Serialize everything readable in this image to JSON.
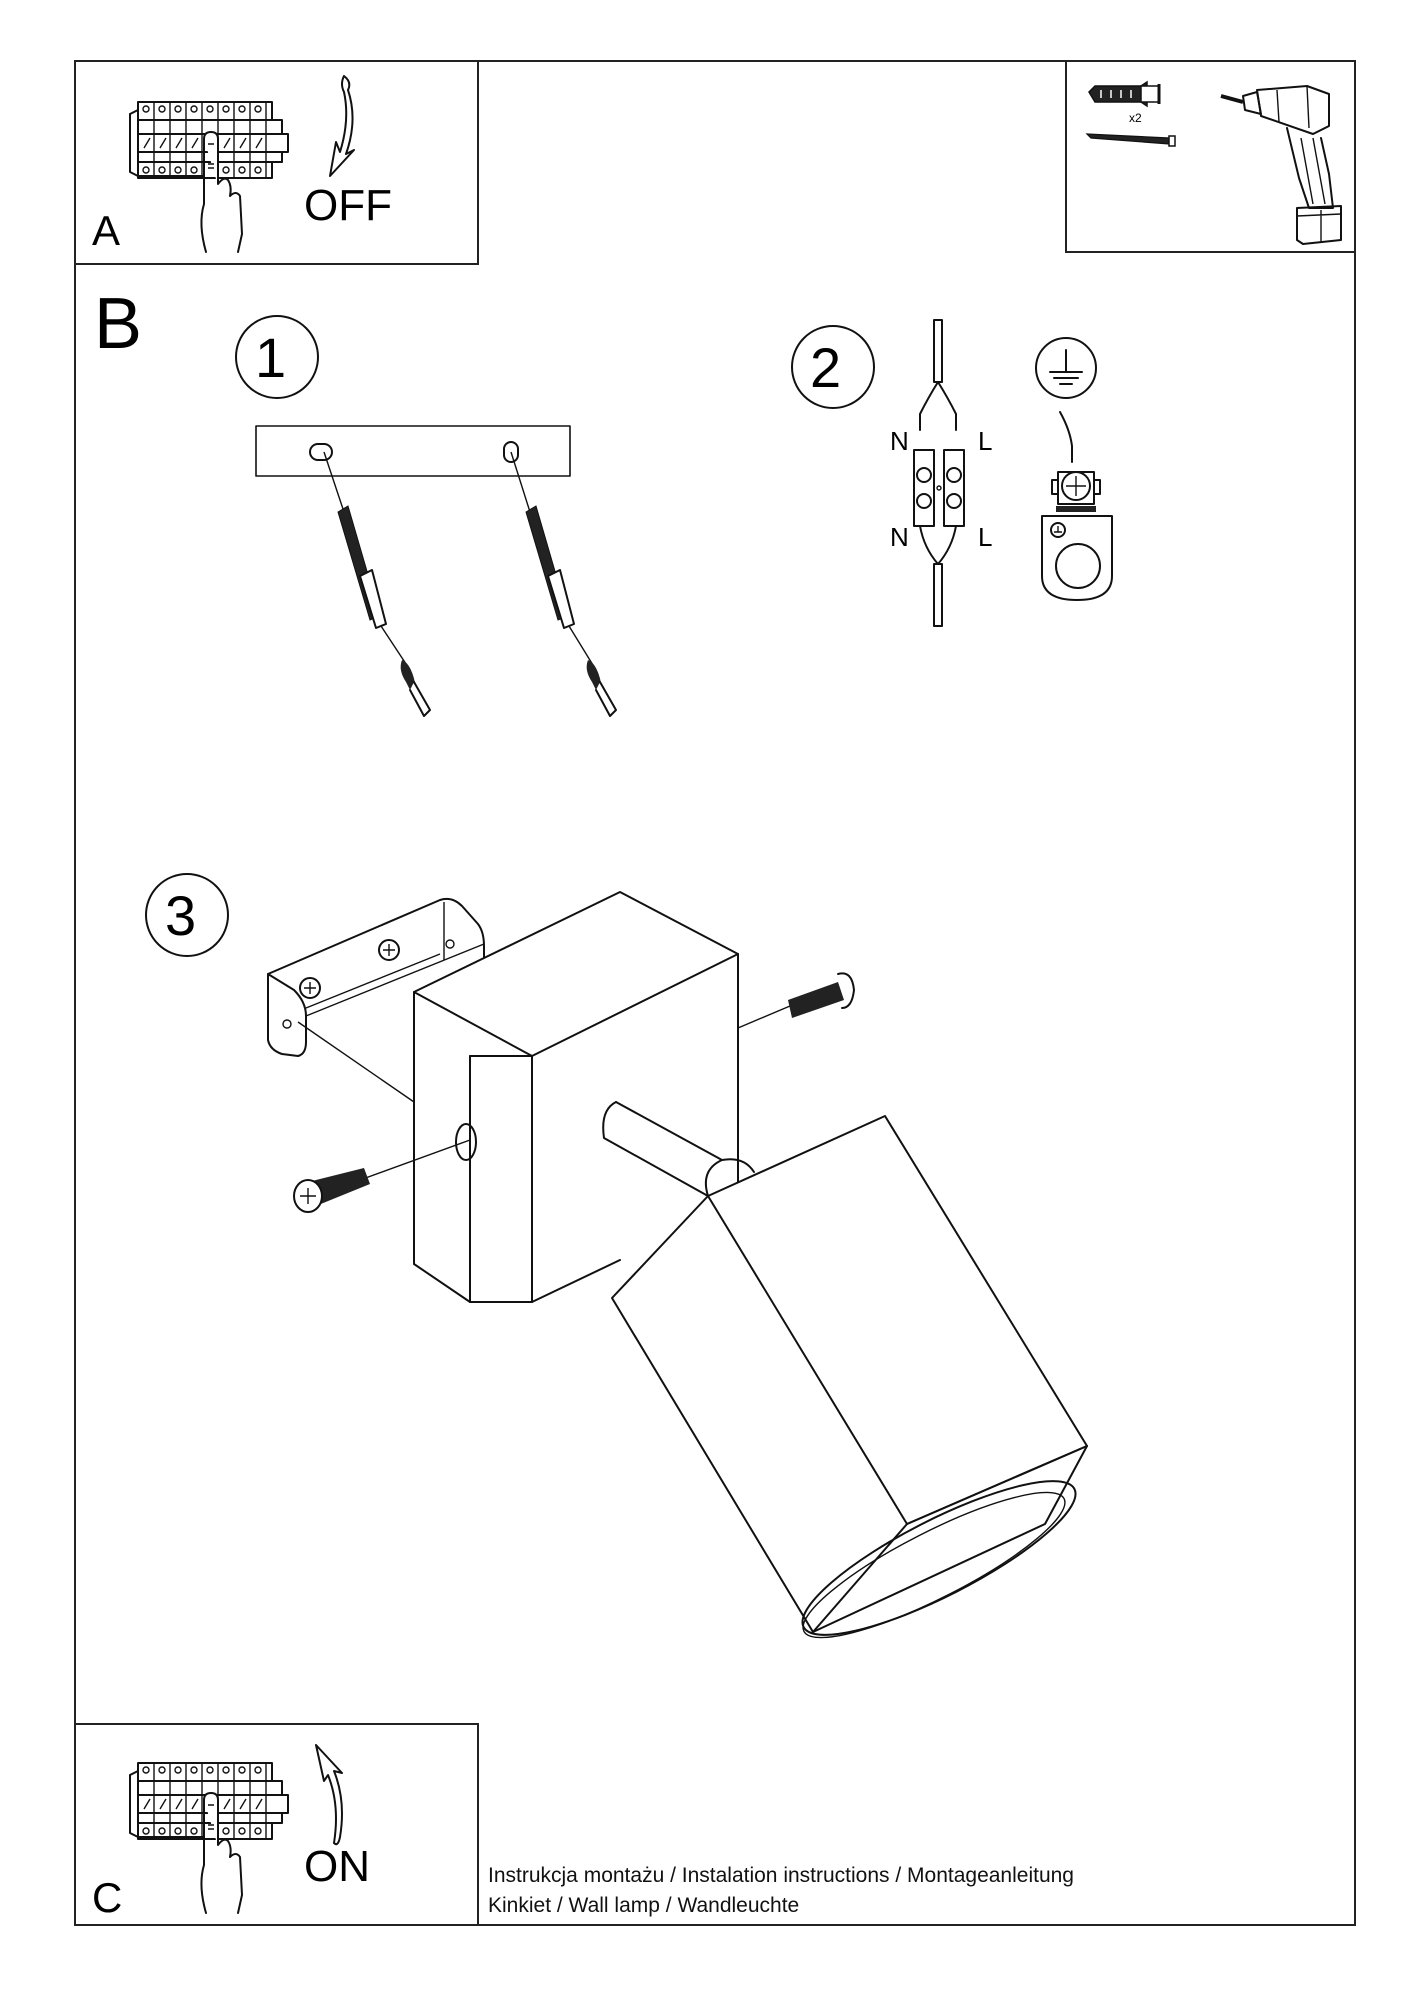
{
  "panel_a": {
    "letter": "A",
    "action": "OFF"
  },
  "tools_panel": {
    "quantity": "x2"
  },
  "panel_b": {
    "letter": "B",
    "step1": {
      "number": "1"
    },
    "step2": {
      "number": "2",
      "labels": {
        "n_top": "N",
        "l_top": "L",
        "n_bottom": "N",
        "l_bottom": "L"
      }
    },
    "step3": {
      "number": "3"
    }
  },
  "panel_c": {
    "letter": "C",
    "action": "ON"
  },
  "footer": {
    "title_line": "Instrukcja montażu / Instalation instructions / Montageanleitung",
    "product_line": "Kinkiet  / Wall lamp / Wandleuchte"
  }
}
